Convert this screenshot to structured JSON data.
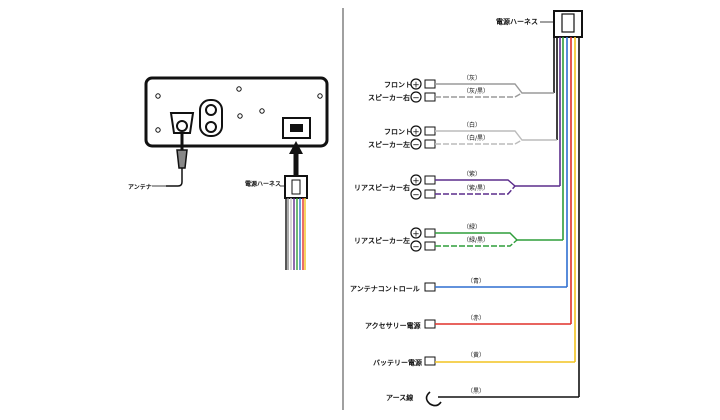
{
  "left": {
    "antenna_label": "アンテナ",
    "harness_label": "電源ハーネス"
  },
  "right": {
    "harness_label": "電源ハーネス",
    "rows": {
      "front_right": {
        "label_l1": "フロント",
        "label_l2": "スピーカー右",
        "plus_color": "（灰）",
        "minus_color": "（灰/黒）",
        "wire": "#9a9a9a"
      },
      "front_left": {
        "label_l1": "フロント",
        "label_l2": "スピーカー左",
        "plus_color": "（白）",
        "minus_color": "（白/黒）",
        "wire": "#c8c8c8"
      },
      "rear_right": {
        "label": "リアスピーカー右",
        "plus_color": "（紫）",
        "minus_color": "（紫/黒）",
        "wire": "#5b2d8c"
      },
      "rear_left": {
        "label": "リアスピーカー左",
        "plus_color": "（緑）",
        "minus_color": "（緑/黒）",
        "wire": "#2e9d3a"
      },
      "antenna_control": {
        "label": "アンテナコントロール",
        "color": "（青）",
        "wire": "#2f6fd0"
      },
      "accessory": {
        "label": "アクセサリー電源",
        "color": "（赤）",
        "wire": "#e0302a"
      },
      "battery": {
        "label": "バッテリー電源",
        "color": "（黄）",
        "wire": "#f2c320"
      },
      "ground": {
        "label": "アース線",
        "color": "（黒）",
        "wire": "#111111"
      }
    },
    "plus_symbol": "＋",
    "minus_symbol": "－"
  }
}
